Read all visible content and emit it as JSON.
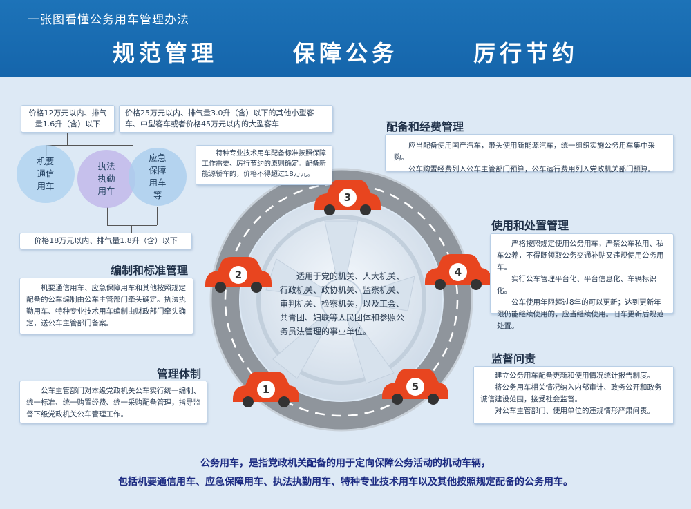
{
  "header": {
    "subtitle": "一张图看懂公务用车管理办法",
    "slogans": [
      "规范管理",
      "保障公务",
      "厉行节约"
    ]
  },
  "vehicle_types": {
    "box_a": "价格12万元以内、排气量1.6升（含）以下",
    "box_b": "价格25万元以内、排气量3.0升（含）以下的其他小型客车、中型客车或者价格45万元以内的大型客车",
    "box_c": "价格18万元以内、排气量1.8升（含）以下",
    "special_note": "特种专业技术用车配备标准按照保障工作需要、厉行节约的原则确定。配备新能源轿车的，价格不得超过18万元。",
    "circles": [
      "机要通信用车",
      "执法执勤用车",
      "应急保障用车等"
    ]
  },
  "sections": {
    "s1": {
      "number": "1",
      "title": "管理体制",
      "text": "公车主管部门对本级党政机关公车实行统一编制、统一标准、统一购置经费、统一采购配备管理，指导监督下级党政机关公车管理工作。"
    },
    "s2": {
      "number": "2",
      "title": "编制和标准管理",
      "text": "机要通信用车、应急保障用车和其他按照规定配备的公车编制由公车主管部门牵头确定。执法执勤用车、特种专业技术用车编制由财政部门牵头确定，送公车主管部门备案。"
    },
    "s3": {
      "number": "3",
      "title": "配备和经费管理",
      "text_1": "应当配备使用国产汽车，带头使用新能源汽车，统一组织实施公务用车集中采购。",
      "text_2": "公车购置经费列入公车主管部门预算，公车运行费用列入党政机关部门预算。"
    },
    "s4": {
      "number": "4",
      "title": "使用和处置管理",
      "text_1": "严格按照规定使用公务用车，严禁公车私用、私车公养，不得既领取公务交通补贴又违规使用公务用车。",
      "text_2": "实行公车管理平台化、平台信息化、车辆标识化。",
      "text_3": "公车使用年限超过8年的可以更新；达到更新年限仍能继续使用的，应当继续使用。旧车更新后规范处置。"
    },
    "s5": {
      "number": "5",
      "title": "监督问责",
      "text_1": "建立公务用车配备更新和使用情况统计报告制度。",
      "text_2": "将公务用车相关情况纳入内部审计、政务公开和政务诚信建设范围，接受社会监督。",
      "text_3": "对公车主管部门、使用单位的违规情形严肃问责。"
    }
  },
  "center_text": "适用于党的机关、人大机关、行政机关、政协机关、监察机关、审判机关、检察机关，以及工会、共青团、妇联等人民团体和参照公务员法管理的事业单位。",
  "footer": {
    "line1": "公务用车，是指党政机关配备的用于定向保障公务活动的机动车辆，",
    "line2": "包括机要通信用车、应急保障用车、执法执勤用车、特种专业技术用车以及其他按照规定配备的公务用车。"
  },
  "colors": {
    "header": "#1d73b8",
    "background": "#dde9f5",
    "car": "#e8451f",
    "road": "#8f959c",
    "footer_text": "#1c2b82"
  }
}
